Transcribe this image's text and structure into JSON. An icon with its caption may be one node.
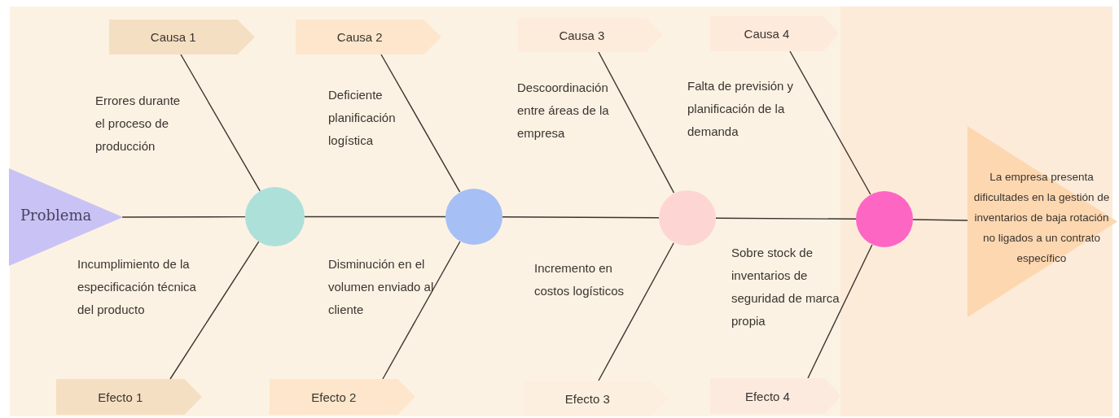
{
  "diagram": {
    "nodes": [
      {
        "text": [
          "Problema"
        ]
      },
      {
        "text": [
          "Causa 1"
        ]
      },
      {
        "text": [
          "Causa 2"
        ]
      },
      {
        "text": [
          "Causa 3"
        ]
      },
      {
        "text": [
          "Causa 4"
        ]
      },
      {
        "text": [],
        "shape": "circle"
      },
      {
        "text": [],
        "shape": "circle"
      },
      {
        "text": [],
        "shape": "circle"
      },
      {
        "text": [],
        "shape": "circle"
      },
      {
        "text": [
          "La empresa presenta dificultades en la gestión de inventarios de baja rotación no ligados a un contrato específico"
        ]
      },
      {
        "text": [
          "Efecto 1"
        ]
      },
      {
        "text": [
          "Efecto 2"
        ]
      },
      {
        "text": [
          "Efecto 3"
        ]
      },
      {
        "text": [
          "Efecto 4"
        ]
      }
    ],
    "edges": [
      {
        "from": 0,
        "to": 5,
        "arrow": "none"
      },
      {
        "from": 5,
        "to": 6,
        "arrow": "none"
      },
      {
        "from": 6,
        "to": 7,
        "arrow": "none"
      },
      {
        "from": 7,
        "to": 8,
        "arrow": "none"
      },
      {
        "from": 8,
        "to": 9,
        "arrow": "none"
      },
      {
        "from": 1,
        "to": 5,
        "arrow": "none"
      },
      {
        "from": 2,
        "to": 6,
        "arrow": "none"
      },
      {
        "from": 3,
        "to": 7,
        "arrow": "none"
      },
      {
        "from": 4,
        "to": 8,
        "arrow": "none"
      },
      {
        "from": 10,
        "to": 5,
        "arrow": "none"
      },
      {
        "from": 11,
        "to": 6,
        "arrow": "none"
      },
      {
        "from": 12,
        "to": 7,
        "arrow": "none"
      },
      {
        "from": 13,
        "to": 8,
        "arrow": "none"
      }
    ],
    "labels": [
      "Errores durante el proceso de producción",
      "Deficiente planificación logística",
      "Descoordinación entre áreas de la empresa",
      "Falta de previsión y planificación de la demanda",
      "Incumplimiento de la especificación técnica del producto",
      "Disminución en el volumen enviado al cliente",
      "Incremento en costos logísticos",
      "Sobre stock de inventarios de seguridad de marca propia"
    ]
  }
}
